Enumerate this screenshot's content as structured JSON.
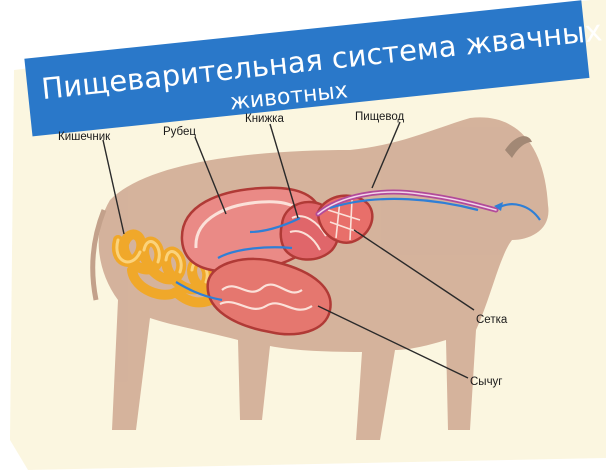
{
  "title": {
    "line1": "Пищеварительная система жвачных",
    "line2": "животных"
  },
  "labels": {
    "intestine": "Кишечник",
    "rumen": "Рубец",
    "omasum": "Книжка",
    "esophagus": "Пищевод",
    "reticulum": "Сетка",
    "abomasum": "Сычуг"
  },
  "colors": {
    "title_bg": "#2a78c9",
    "page_bg": "#fbf6e0",
    "animal": "#caa089",
    "rumen": "#ea8a86",
    "organ_outline": "#b03a36",
    "intestine": "#f0a82a",
    "esophagus": "#b24a9a",
    "flow_arrow": "#2f7fd6"
  }
}
